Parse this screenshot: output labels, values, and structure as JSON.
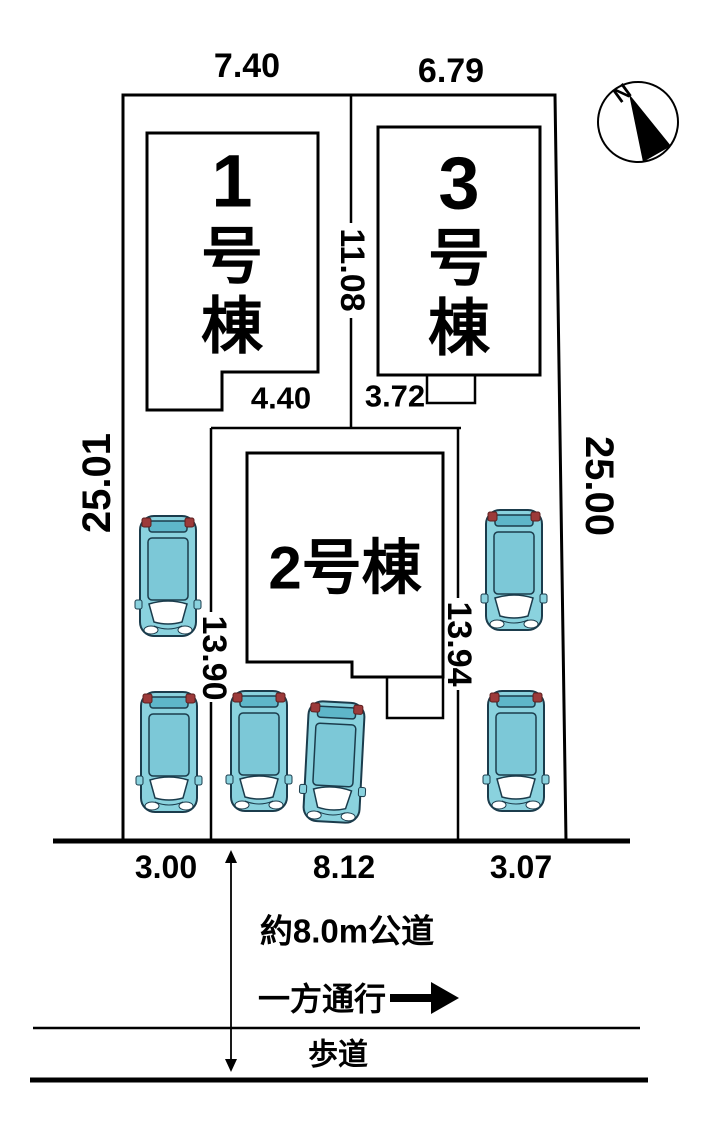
{
  "compass": {
    "north_label": "N"
  },
  "buildings": {
    "b1": {
      "lines": [
        "1",
        "号",
        "棟"
      ]
    },
    "b2": {
      "label": "2号棟"
    },
    "b3": {
      "lines": [
        "3",
        "号",
        "棟"
      ]
    }
  },
  "dimensions": {
    "top_width_b1": "7.40",
    "top_width_b3": "6.79",
    "center_depth": "11.08",
    "left_depth": "25.01",
    "right_depth": "25.00",
    "b1_entrance_width": "4.40",
    "b3_entrance_width": "3.72",
    "plot2_left_depth": "13.90",
    "plot2_right_depth": "13.94",
    "frontage_left": "3.00",
    "frontage_center": "8.12",
    "frontage_right": "3.07"
  },
  "road": {
    "label": "約8.0m公道",
    "one_way_label": "一方通行",
    "sidewalk_label": "歩道"
  },
  "colors": {
    "car_body": "#8ad2de",
    "car_roof": "#7cc8d7",
    "car_outline": "#1b3c4c",
    "tail_light": "#9c3a3a",
    "line": "#000000"
  }
}
